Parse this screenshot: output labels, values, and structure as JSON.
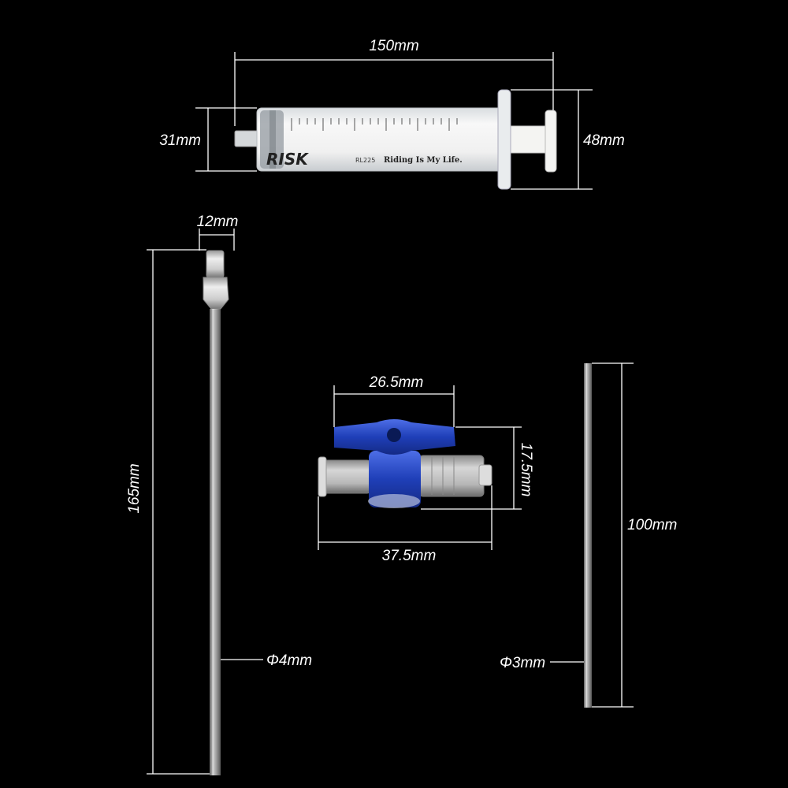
{
  "dimensions": {
    "syringe_length": "150mm",
    "syringe_barrel_height": "31mm",
    "syringe_flange_height": "48mm",
    "needle_hub_width": "12mm",
    "needle_length": "165mm",
    "needle_diameter": "Φ4mm",
    "valve_handle_width": "26.5mm",
    "valve_height": "17.5mm",
    "valve_length": "37.5mm",
    "rod_length": "100mm",
    "rod_diameter": "Φ3mm"
  },
  "syringe_print": {
    "brand": "RISK",
    "model": "RL225",
    "slogan": "Riding Is My Life."
  },
  "colors": {
    "background": "#000000",
    "valve_blue": "#1f3fb8",
    "plunger": "#f4f4f2"
  }
}
